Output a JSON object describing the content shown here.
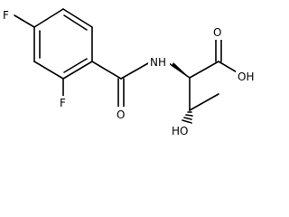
{
  "molecule": {
    "atoms": {
      "f_top": "F",
      "f_ortho": "F",
      "nh": "NH",
      "o_carbonyl": "O",
      "oh_acid": "OH",
      "ho_side": "HO"
    }
  },
  "colors": {
    "background": "#ffffff",
    "bond": "#000000",
    "text": "#000000"
  }
}
